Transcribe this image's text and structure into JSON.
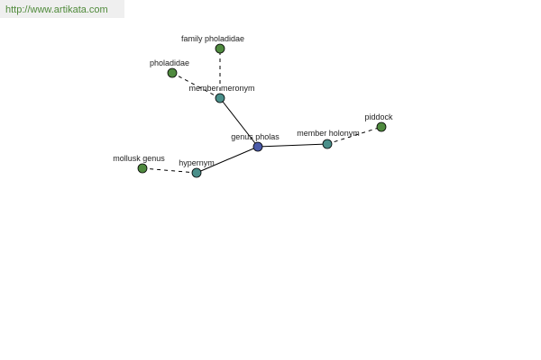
{
  "header": {
    "url": "http://www.artikata.com"
  },
  "colors": {
    "center": "#4a5aa8",
    "relation": "#4a8f8a",
    "leaf": "#4f8a3f",
    "banner_text": "#4f8a3a",
    "banner_bg": "#efefef"
  },
  "graph": {
    "nodes": [
      {
        "id": "genus-pholas",
        "label": "genus pholas",
        "kind": "center"
      },
      {
        "id": "member-meronym",
        "label": "member meronym",
        "kind": "relation"
      },
      {
        "id": "member-holonym",
        "label": "member holonym",
        "kind": "relation"
      },
      {
        "id": "hypernym",
        "label": "hypernym",
        "kind": "relation"
      },
      {
        "id": "family-pholadidae",
        "label": "family pholadidae",
        "kind": "leaf"
      },
      {
        "id": "pholadidae",
        "label": "pholadidae",
        "kind": "leaf"
      },
      {
        "id": "piddock",
        "label": "piddock",
        "kind": "leaf"
      },
      {
        "id": "mollusk-genus",
        "label": "mollusk genus",
        "kind": "leaf"
      }
    ],
    "edges": [
      {
        "from": "genus-pholas",
        "to": "member-meronym",
        "style": "solid"
      },
      {
        "from": "genus-pholas",
        "to": "member-holonym",
        "style": "solid"
      },
      {
        "from": "genus-pholas",
        "to": "hypernym",
        "style": "solid"
      },
      {
        "from": "member-meronym",
        "to": "family-pholadidae",
        "style": "dashed"
      },
      {
        "from": "member-meronym",
        "to": "pholadidae",
        "style": "dashed"
      },
      {
        "from": "member-holonym",
        "to": "piddock",
        "style": "dashed"
      },
      {
        "from": "hypernym",
        "to": "mollusk-genus",
        "style": "dashed"
      }
    ]
  }
}
